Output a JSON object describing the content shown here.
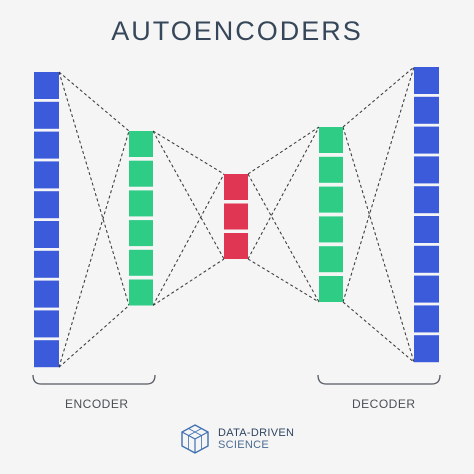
{
  "title": "AUTOENCODERS",
  "labels": {
    "encoder": "ENCODER",
    "decoder": "DECODER"
  },
  "brand": {
    "line1": "DATA-DRIVEN",
    "line2": "SCIENCE",
    "icon": "cube-outline-icon"
  },
  "layers": [
    {
      "role": "input",
      "units": 10,
      "color": "#3b5bdb"
    },
    {
      "role": "encoder-hidden",
      "units": 6,
      "color": "#2ecc85"
    },
    {
      "role": "code",
      "units": 3,
      "color": "#e03553"
    },
    {
      "role": "decoder-hidden",
      "units": 6,
      "color": "#2ecc85"
    },
    {
      "role": "output",
      "units": 10,
      "color": "#3b5bdb"
    }
  ],
  "colors": {
    "title": "#37475a",
    "background": "#f5f5f5",
    "connector": "#333333",
    "bracket": "#555b63",
    "brand": "#3f6fb0"
  }
}
